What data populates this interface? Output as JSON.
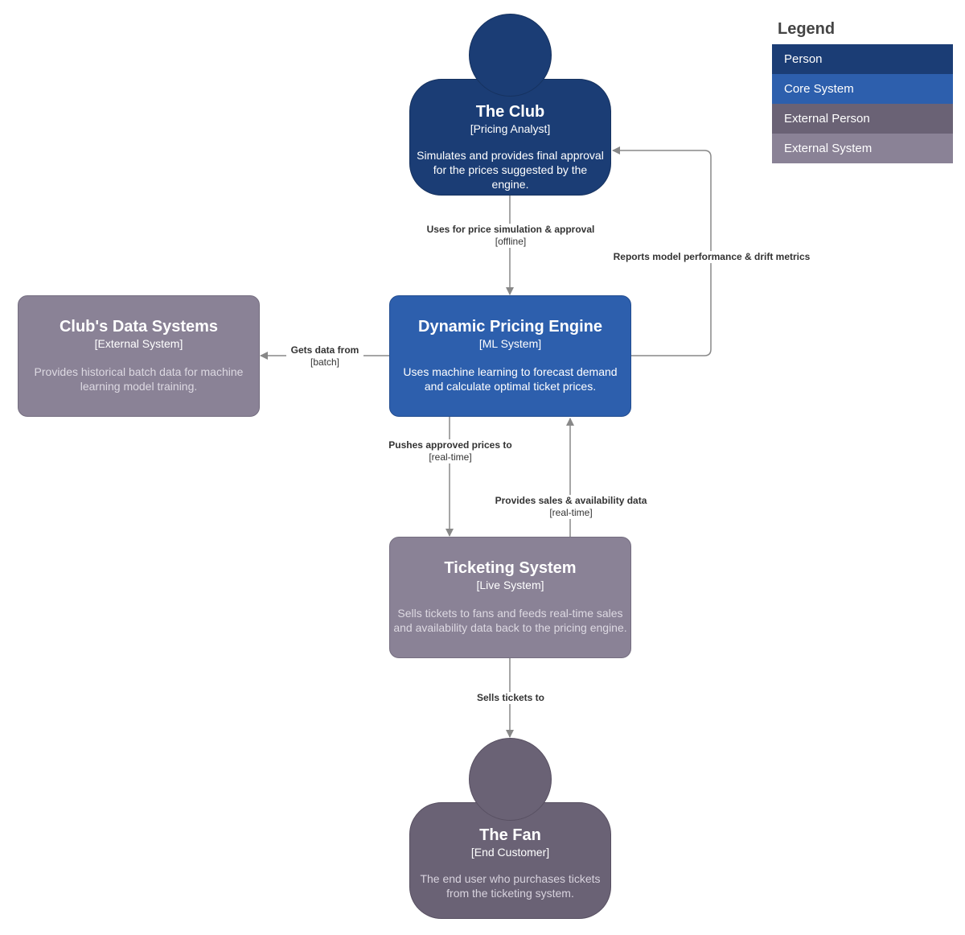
{
  "nodes": {
    "club": {
      "title": "The Club",
      "type": "[Pricing Analyst]",
      "desc": "Simulates and provides final approval for the prices suggested by the engine."
    },
    "engine": {
      "title": "Dynamic Pricing Engine",
      "type": "[ML System]",
      "desc": "Uses machine learning to forecast demand and calculate optimal ticket prices."
    },
    "data_systems": {
      "title": "Club's Data Systems",
      "type": "[External System]",
      "desc": "Provides historical batch data for machine learning model training."
    },
    "ticketing": {
      "title": "Ticketing System",
      "type": "[Live System]",
      "desc": "Sells tickets to fans and feeds real-time sales and availability data back to the pricing engine."
    },
    "fan": {
      "title": "The Fan",
      "type": "[End Customer]",
      "desc": "The end user who purchases tickets from the ticketing system."
    }
  },
  "edges": {
    "club_engine": {
      "label": "Uses for price simulation & approval",
      "tech": "[offline]"
    },
    "engine_club": {
      "label": "Reports model performance & drift metrics"
    },
    "engine_data": {
      "label": "Gets data from",
      "tech": "[batch]"
    },
    "engine_ticketing": {
      "label": "Pushes approved prices to",
      "tech": "[real-time]"
    },
    "ticketing_engine": {
      "label": "Provides sales & availability data",
      "tech": "[real-time]"
    },
    "ticketing_fan": {
      "label": "Sells tickets to"
    }
  },
  "legend": {
    "title": "Legend",
    "items": [
      {
        "label": "Person",
        "color": "#1b3d75"
      },
      {
        "label": "Core System",
        "color": "#2d5fad"
      },
      {
        "label": "External Person",
        "color": "#6a6275"
      },
      {
        "label": "External System",
        "color": "#8a8296"
      }
    ]
  },
  "colors": {
    "person": "#1b3d75",
    "core_system": "#2d5fad",
    "external_person": "#6a6275",
    "external_system": "#8a8296",
    "connector": "#888888"
  }
}
